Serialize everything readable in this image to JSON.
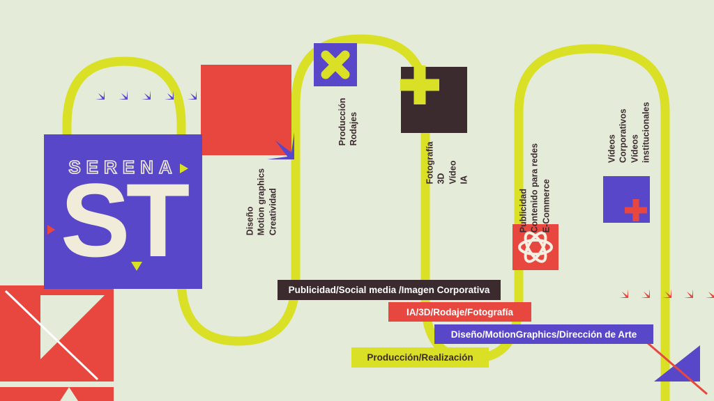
{
  "colors": {
    "background": "#e4ebd8",
    "chartreuse": "#d9e025",
    "purple": "#5847c9",
    "red": "#e8473f",
    "dark_brown": "#3b2a2e",
    "cream": "#f1ecd9"
  },
  "brand": {
    "outline_word": "SERENA",
    "monogram": "ST"
  },
  "labels": {
    "diseno": "Diseño\nMotion graphics\nCreatividad",
    "produccion": "Producción\nRodajes",
    "fotografia": "Fotografía\n3D\nVídeo\nIA",
    "publicidad": "Publicidad\nContenido para redes\nE-Commerce",
    "videos": "Vídeos Corporativos\nVídeos institucionales"
  },
  "banners": {
    "b1": "Publicidad/Social media /Imagen Corporativa",
    "b2": "IA/3D/Rodaje/Fotografía",
    "b3": "Diseño/MotionGraphics/Dirección de Arte",
    "b4": "Producción/Realización"
  },
  "icons": {
    "burst": "eight-spoke-asterisk",
    "x": "x-mark",
    "plus_yellow": "plus-sign",
    "plus_red": "plus-sign",
    "atom": "orbit-knot"
  }
}
